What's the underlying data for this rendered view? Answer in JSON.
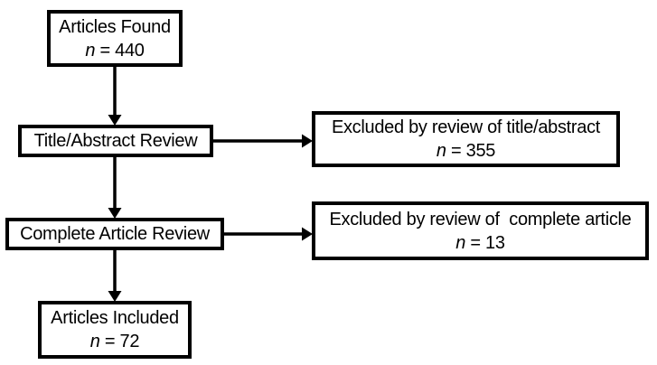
{
  "diagram": {
    "type": "flowchart",
    "colors": {
      "border": "#000000",
      "background": "#ffffff",
      "text": "#000000"
    },
    "boxes": [
      {
        "label": "Articles Found",
        "n_var": "n",
        "eq": " = ",
        "value": "440"
      },
      {
        "label": "Title/Abstract Review"
      },
      {
        "label": "Excluded by review of title/abstract",
        "n_var": "n",
        "eq": " = ",
        "value": "355"
      },
      {
        "label": "Complete Article Review"
      },
      {
        "label": "Excluded by review of  complete article",
        "n_var": "n",
        "eq": " = ",
        "value": "13"
      },
      {
        "label": "Articles Included",
        "n_var": "n",
        "eq": " = ",
        "value": "72"
      }
    ]
  }
}
